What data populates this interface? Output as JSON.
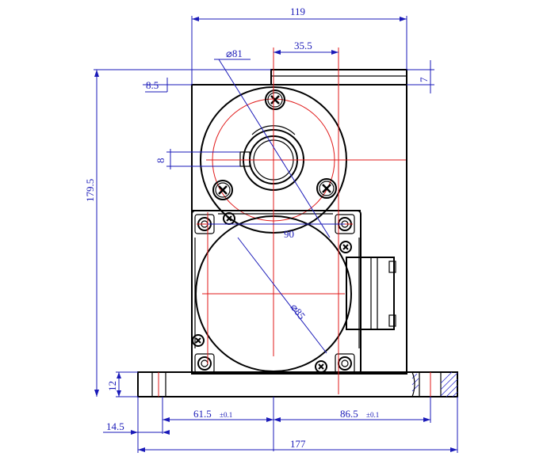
{
  "drawing": {
    "dimensions": {
      "overall_width_top": "119",
      "offset_top": "35.5",
      "flange_diameter": "⌀81",
      "top_step": "8.5",
      "right_step": "7",
      "overall_height": "179.5",
      "keyway": "8",
      "motor_spacing": "90",
      "motor_diameter": "⌀85",
      "base_thickness": "12",
      "left_offset": "14.5",
      "left_hole": "61.5",
      "left_hole_tol": "±0.1",
      "right_hole": "86.5",
      "right_hole_tol": "±0.1",
      "overall_width_base": "177"
    }
  },
  "colors": {
    "dimension": "#1a1ab8",
    "centerline": "#e01818",
    "outline": "#000000"
  }
}
